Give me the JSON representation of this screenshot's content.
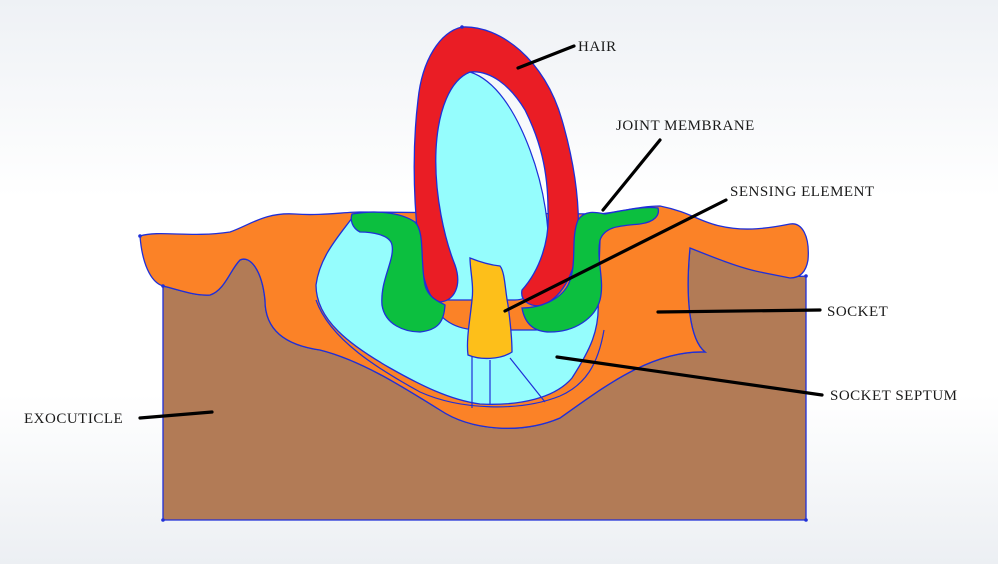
{
  "labels": {
    "hair": "HAIR",
    "joint_membrane": "JOINT MEMBRANE",
    "sensing_element": "SENSING ELEMENT",
    "socket": "SOCKET",
    "socket_septum": "SOCKET SEPTUM",
    "exocuticle": "EXOCUTICLE"
  },
  "colors": {
    "exocuticle": "#b27b56",
    "socket": "#fb8227",
    "socket_septum": "#95fdfd",
    "hair": "#ea1d25",
    "joint_membrane": "#0cbf3f",
    "sensing_element": "#fdbf1a",
    "outline": "#1f2fd8"
  }
}
